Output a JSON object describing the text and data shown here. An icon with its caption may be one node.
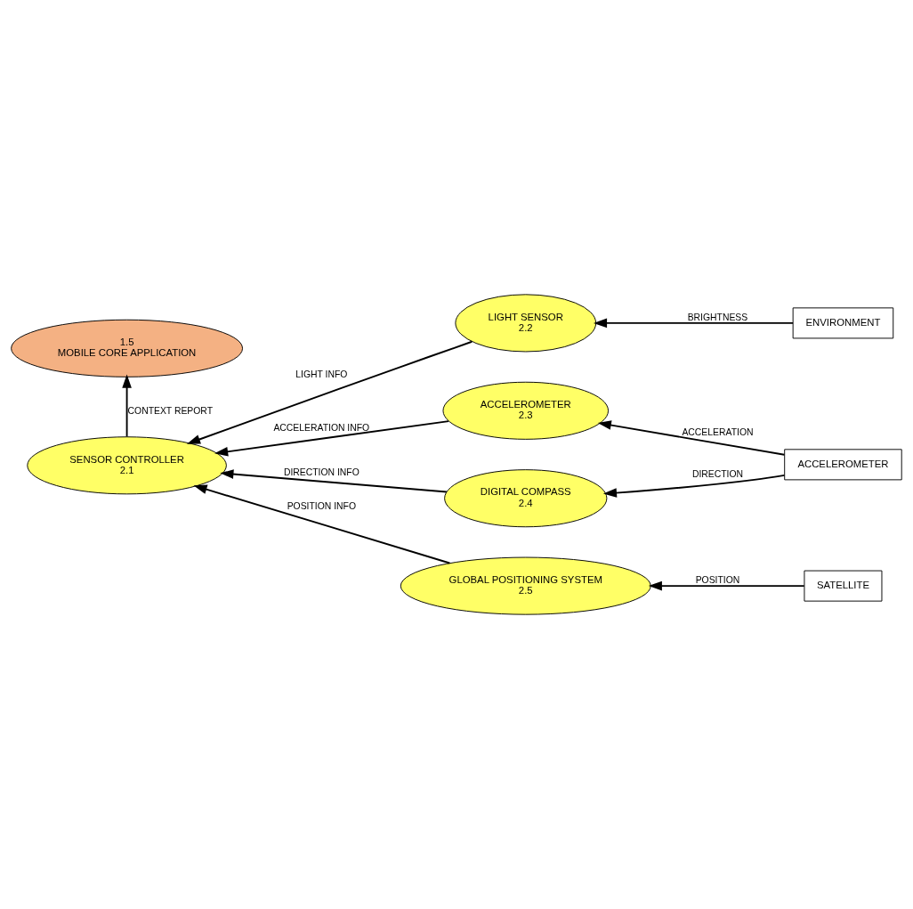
{
  "diagram": {
    "nodes": [
      {
        "text": [
          "1.5",
          "MOBILE CORE APPLICATION"
        ]
      },
      {
        "text": [
          "LIGHT SENSOR",
          "2.2"
        ]
      },
      {
        "text": [
          "ENVIRONMENT"
        ]
      },
      {
        "text": [
          "SENSOR CONTROLLER",
          "2.1"
        ]
      },
      {
        "text": [
          "ACCELEROMETER",
          "2.3"
        ]
      },
      {
        "text": [
          "ACCELEROMETER"
        ]
      },
      {
        "text": [
          "DIGITAL COMPASS",
          "2.4"
        ]
      },
      {
        "text": [
          "GLOBAL POSITIONING SYSTEM",
          "2.5"
        ]
      },
      {
        "text": [
          "SATELLITE"
        ]
      }
    ],
    "edges": [
      {
        "from": 3,
        "to": 0,
        "arrow": "to",
        "label": "CONTEXT REPORT"
      },
      {
        "from": 2,
        "to": 1,
        "arrow": "to",
        "label": "BRIGHTNESS"
      },
      {
        "from": 1,
        "to": 3,
        "arrow": "to",
        "label": "LIGHT INFO"
      },
      {
        "from": 4,
        "to": 3,
        "arrow": "to",
        "label": "ACCELERATION INFO"
      },
      {
        "from": 5,
        "to": 4,
        "arrow": "to",
        "label": "ACCELERATION"
      },
      {
        "from": 5,
        "to": 6,
        "arrow": "to",
        "label": "DIRECTION"
      },
      {
        "from": 6,
        "to": 3,
        "arrow": "to",
        "label": "DIRECTION INFO"
      },
      {
        "from": 7,
        "to": 3,
        "arrow": "to",
        "label": "POSITION INFO"
      },
      {
        "from": 8,
        "to": 7,
        "arrow": "to",
        "label": "POSITION"
      }
    ]
  }
}
